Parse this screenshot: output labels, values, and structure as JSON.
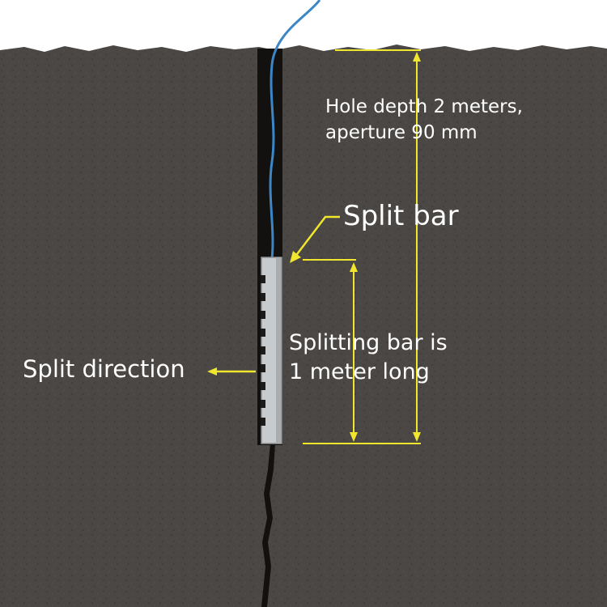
{
  "labels": {
    "hole_depth_line1": "Hole depth 2 meters,",
    "hole_depth_line2": "aperture 90 mm",
    "split_bar": "Split bar",
    "bar_length_line1": "Splitting bar is",
    "bar_length_line2": "1 meter long",
    "split_direction": "Split direction"
  },
  "colors": {
    "rock": "#4a4744",
    "rock_speckle": "#3a3836",
    "crack": "#121110",
    "cable": "#3d86c6",
    "bar": "#c8cbcd",
    "bar_shadow": "#8e9295",
    "annotation": "#f0e62e",
    "text": "#ffffff"
  }
}
